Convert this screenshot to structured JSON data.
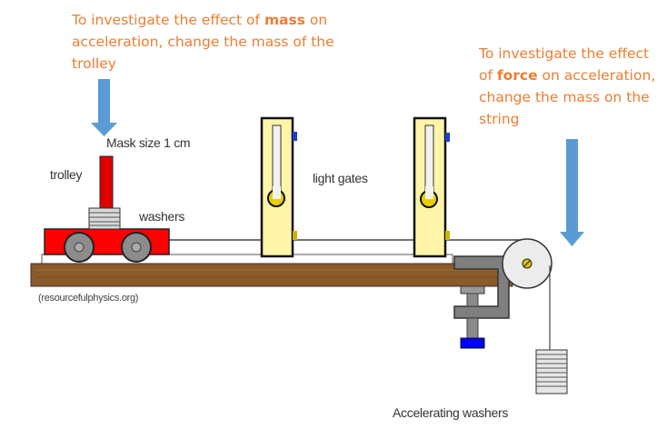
{
  "notes": {
    "mass": {
      "line1_pre": "To investigate the effect of ",
      "line1_bold": "mass",
      "line1_post": " on",
      "line2": "acceleration, change the mass of the",
      "line3": "trolley"
    },
    "force": {
      "line1": "To investigate the effect",
      "line2_pre": "of ",
      "line2_bold": "force",
      "line2_post": " on acceleration,",
      "line3": "change the mass on the",
      "line4": "string"
    }
  },
  "labels": {
    "mask": "Mask size 1 cm",
    "trolley": "trolley",
    "washers": "washers",
    "light_gates": "light gates",
    "credit": "(resourcefulphysics.org)",
    "accelerating": "Accelerating washers"
  },
  "colors": {
    "note_text": "#ed7d31",
    "arrow": "#5b9bd5",
    "trolley": "#ff0000",
    "gate": "#fff5a8",
    "bench": "#8b5a2b",
    "clamp": "#7f7f7f",
    "knob": "#0000ff"
  }
}
